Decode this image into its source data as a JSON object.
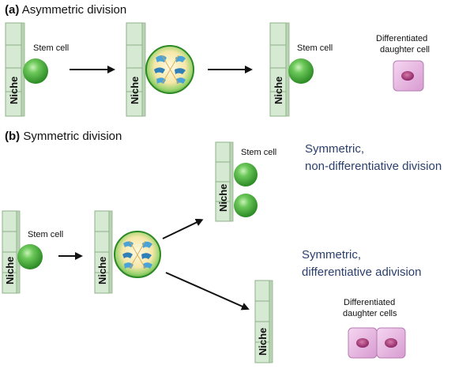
{
  "panel_a": {
    "letter": "(a)",
    "title": "Asymmetric division",
    "niche_label": "Niche",
    "stem_cell_label": "Stem cell",
    "differentiated_label_line1": "Differentiated",
    "differentiated_label_line2": "daughter cell"
  },
  "panel_b": {
    "letter": "(b)",
    "title": "Symmetric division",
    "niche_label": "Niche",
    "stem_cell_label": "Stem cell",
    "outcome_1_line1": "Symmetric,",
    "outcome_1_line2": "non-differentiative division",
    "outcome_2_line1": "Symmetric,",
    "outcome_2_line2": "differentiative adivision",
    "differentiated_label_line1": "Differentiated",
    "differentiated_label_line2": "daughter cells"
  },
  "colors": {
    "niche_fill": "#d6ead3",
    "niche_stroke": "#8fb08a",
    "stem_cell": "#3fa534",
    "differentiated_cell": "#e9b8e3",
    "nucleus": "#a8377f",
    "note_text": "#2b3f6e"
  }
}
